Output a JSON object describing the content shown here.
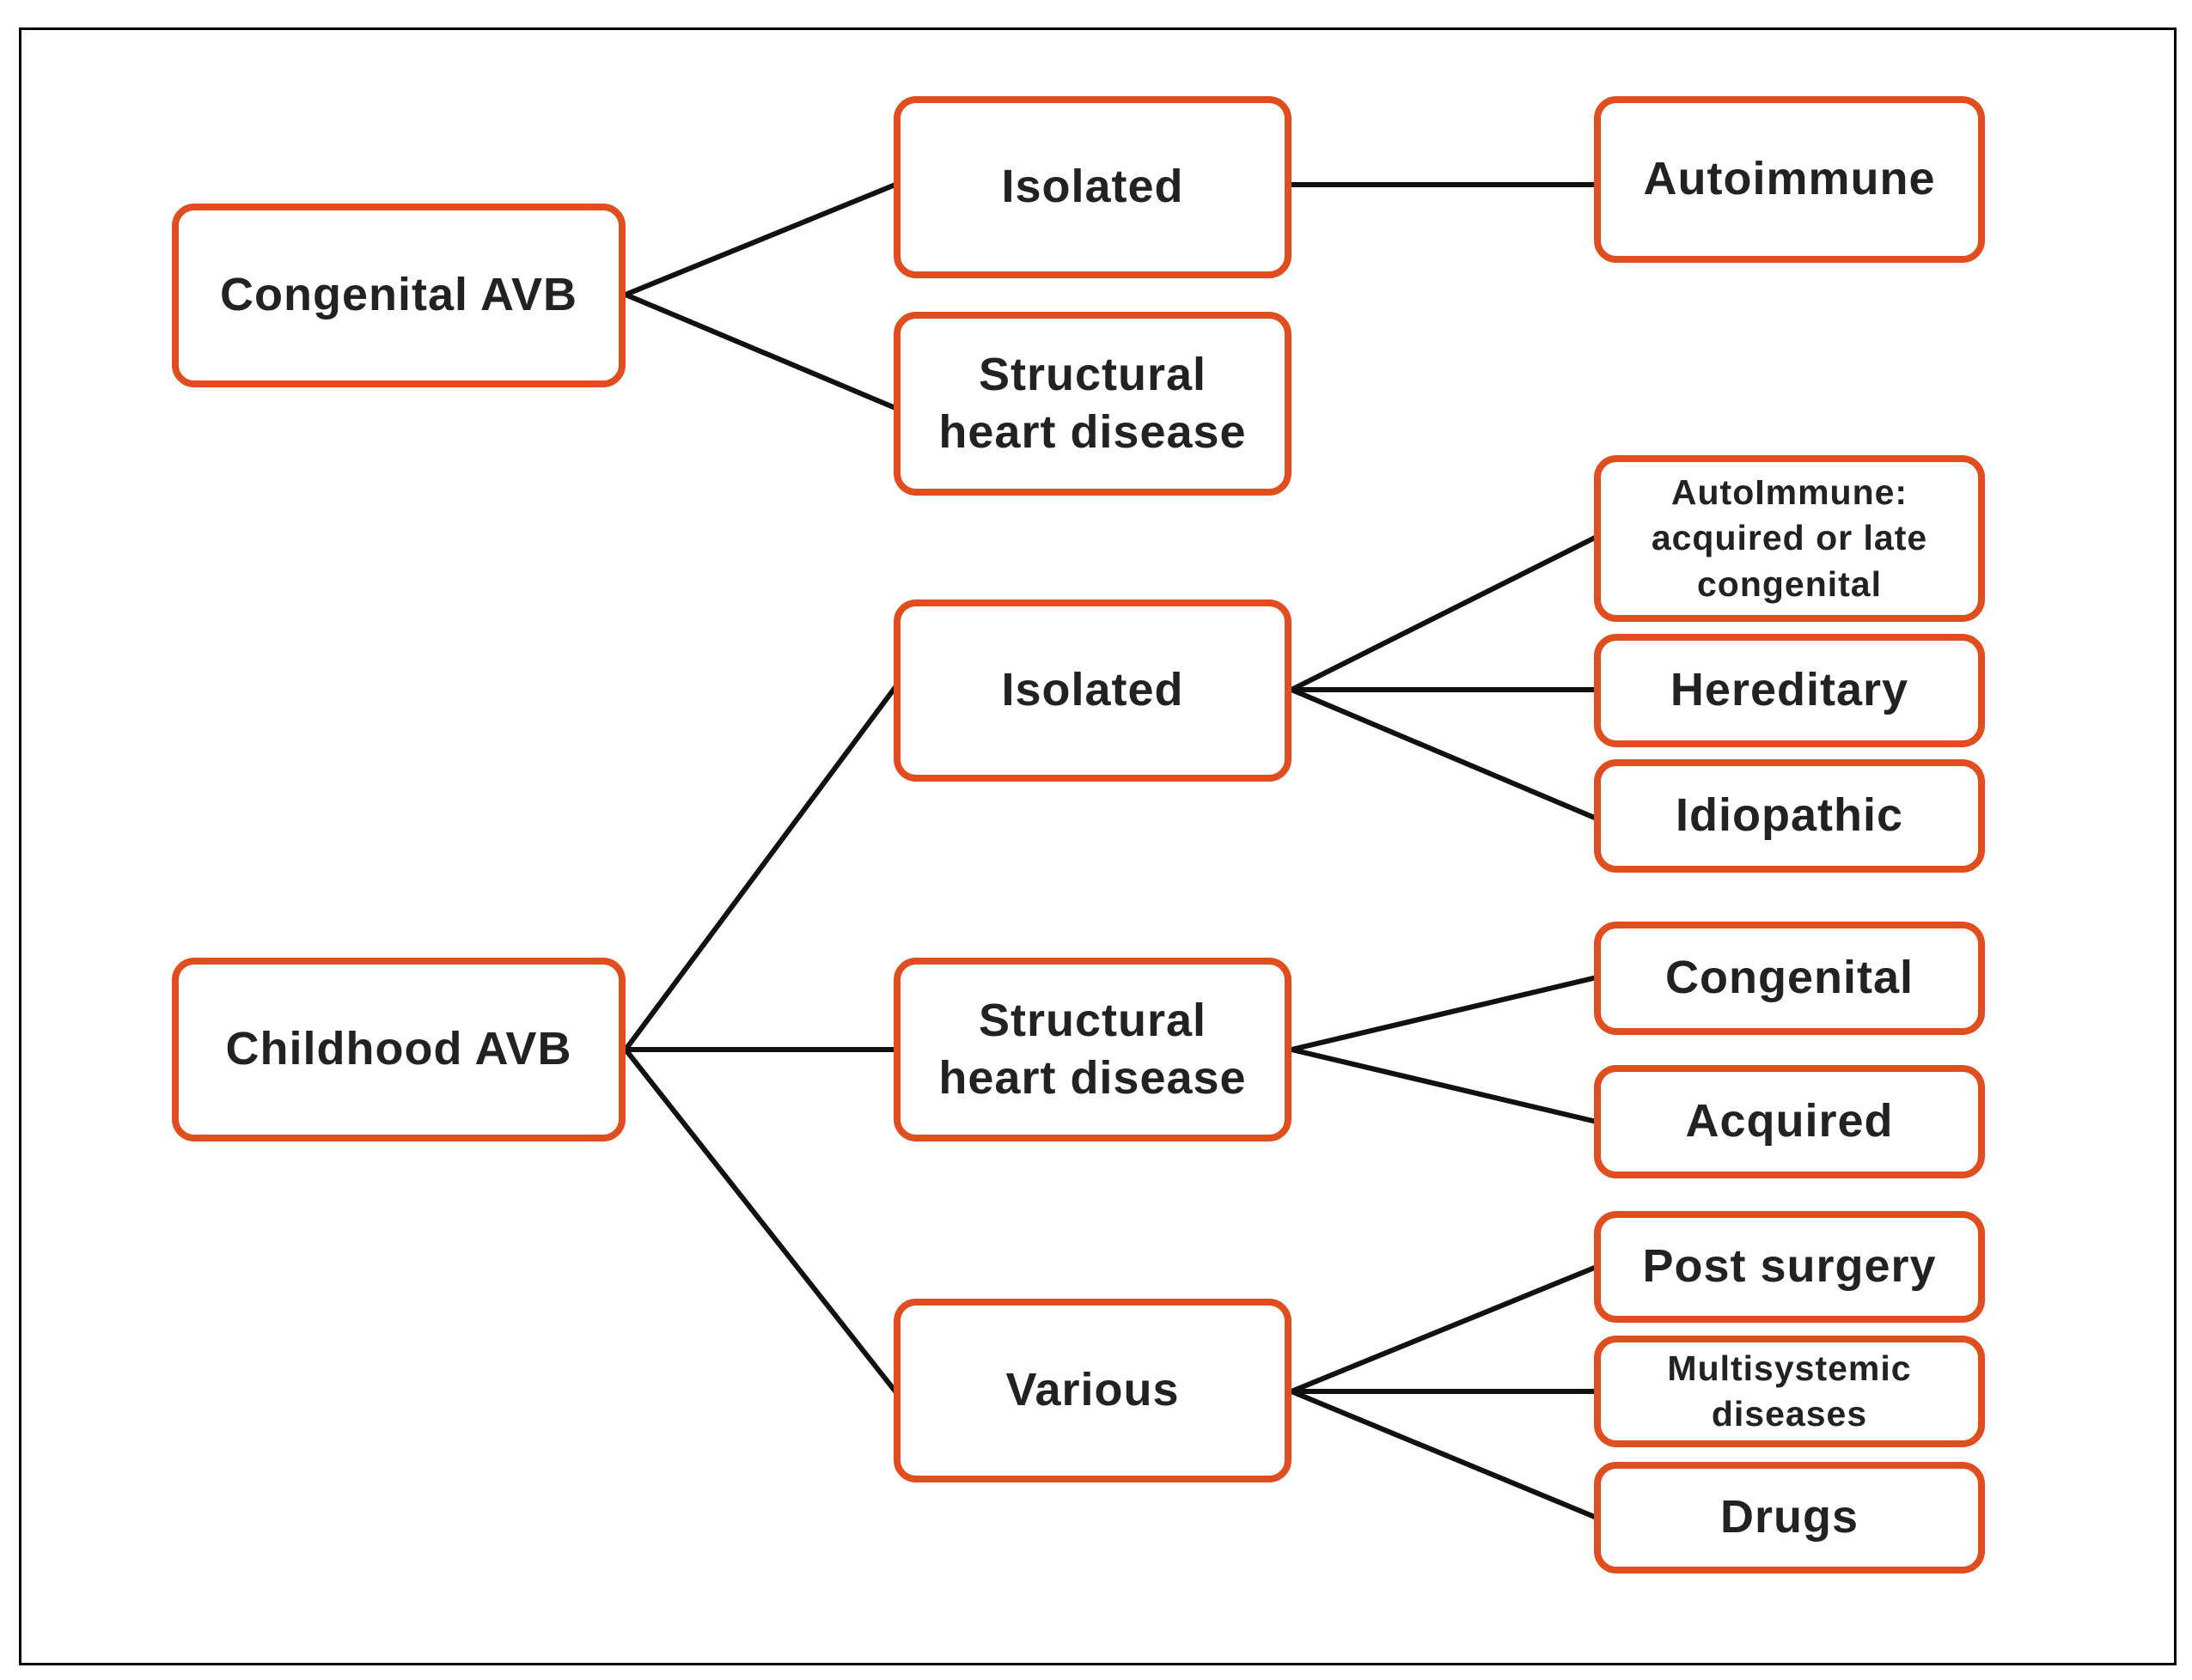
{
  "colors": {
    "node_border": "#e04e1f",
    "connector": "#111111",
    "text": "#222222"
  },
  "nodes": {
    "congenital_avb": "Congenital AVB",
    "congenital_isolated": "Isolated",
    "congenital_autoimmune": "Autoimmune",
    "congenital_structural": "Structural\nheart disease",
    "childhood_avb": "Childhood  AVB",
    "childhood_isolated": "Isolated",
    "autoimmune_acquired_late": "AutoImmune:\nacquired  or late\ncongenital",
    "hereditary": "Hereditary",
    "idiopathic": "Idiopathic",
    "childhood_structural": "Structural\nheart disease",
    "structural_congenital": "Congenital",
    "structural_acquired": "Acquired",
    "various": "Various",
    "post_surgery": "Post surgery",
    "multisystemic_diseases": "Multisystemic\ndiseases",
    "drugs": "Drugs"
  }
}
